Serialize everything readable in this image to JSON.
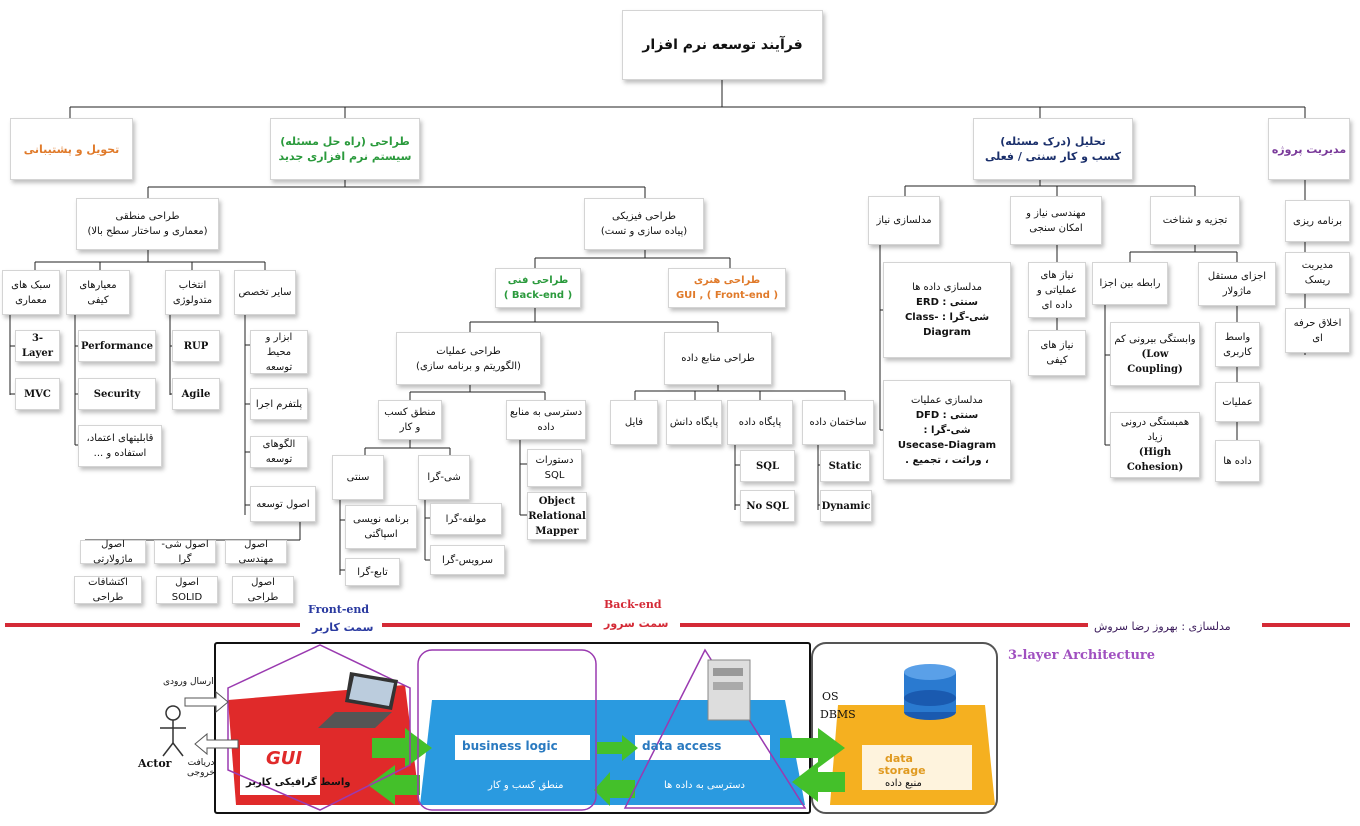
{
  "root": "فرآیند توسعه نرم افزار",
  "level1": {
    "delivery": "تحویل و پشتیبانی",
    "design_line1": "طراحی (راه حل مسئله)",
    "design_line2": "سیستم نرم افزاری جدید",
    "analysis_line1": "تحلیل (درک مسئله)",
    "analysis_line2": "کسب و کار سنتی / فعلی",
    "pm": "مدیریت پروژه"
  },
  "pm_items": [
    "برنامه ریزی",
    "مدیریت ریسک",
    "اخلاق حرفه ای"
  ],
  "analysis": {
    "decomp": "تجزیه و شناخت",
    "req_eng": "مهندسی نیاز و امکان سنجی",
    "req_model": "مدلسازی نیاز",
    "modules": "اجزای مستقل ماژولار",
    "relation": "رابطه بین اجزا",
    "modules_items": [
      "واسط کاربری",
      "عملیات",
      "داده ها"
    ],
    "coupling_title": "وابستگی بیرونی کم",
    "coupling_en": "(Low Coupling)",
    "cohesion_title": "همبستگی درونی زیاد",
    "cohesion_en": "(High Cohesion)",
    "req_func": "نیاز های عملیاتی و داده ای",
    "req_qual": "نیاز های کیفی",
    "data_model_title": "مدلسازی داده ها",
    "data_model_line2": "سنتی : ERD",
    "data_model_line3": "شی-گرا : Class-Diagram",
    "op_model_title": "مدلسازی عملیات",
    "op_model_line2": "سنتی : DFD",
    "op_model_line3": "شی-گرا :",
    "op_model_line4": "Usecase-Diagram",
    "op_model_line5": "، وراثت ، تجمیع ."
  },
  "design": {
    "logical_title": "طراحی منطقی",
    "logical_sub": "(معماری و ساختار سطح بالا)",
    "physical_title": "طراحی فیزیکی",
    "physical_sub": "(پیاده سازی و تست)",
    "arch_styles": "سبک های معماری",
    "quality": "معیارهای کیفی",
    "methodology": "انتخاب متدولوژی",
    "other": "سایر تخصص",
    "arch_items": [
      "3-Layer",
      "MVC"
    ],
    "quality_items": [
      "Performance",
      "Security"
    ],
    "quality_extra": "قابلیتهای اعتماد، استفاده و ...",
    "method_items": [
      "RUP",
      "Agile"
    ],
    "other_items": [
      "ابزار و محیط توسعه",
      "پلتفرم اجرا",
      "الگوهای توسعه",
      "اصول توسعه"
    ],
    "principles": [
      "اصول مهندسی",
      "اصول شی-گرا",
      "اصول ماژولارتی",
      "اصول طراحی",
      "اصول SOLID",
      "اکتشافات طراحی"
    ],
    "frontend_title": "طراحی هنری",
    "frontend_sub": "( Front-end ) , GUI",
    "backend_title": "طراحی فنی",
    "backend_sub": "( Back-end )",
    "ops_title": "طراحی عملیات",
    "ops_sub": "(الگوریتم و برنامه سازی)",
    "res_title": "طراحی منابع داده",
    "logic": "منطق کسب و کار",
    "access": "دسترسی به منابع داده",
    "traditional": "سنتی",
    "oo": "شی-گرا",
    "trad_items": [
      "برنامه نویسی اسپاگتی",
      "تابع-گرا"
    ],
    "oo_items": [
      "مولفه-گرا",
      "سرویس-گرا"
    ],
    "access_items": [
      "دستورات SQL",
      "Object Relational Mapper"
    ],
    "res_items": [
      "ساختمان داده",
      "پایگاه داده",
      "پایگاه دانش",
      "فایل"
    ],
    "struct_items": [
      "Static",
      "Dynamic"
    ],
    "db_items": [
      "SQL",
      "No SQL"
    ]
  },
  "bottom": {
    "frontend_en": "Front-end",
    "frontend_fa": "سمت کاربر",
    "backend_en": "Back-end",
    "backend_fa": "سمت سرور",
    "author": "مدلسازی : بهروز رضا سروش",
    "arch_title": "3-layer Architecture",
    "send_input": "ارسال ورودی",
    "receive_output": "دریافت خروجی",
    "actor": "Actor",
    "gui": "GUI",
    "gui_fa": "واسط گرافیکی کاربر",
    "biz": "business logic",
    "biz_fa": "منطق کسب و کار",
    "da": "data access",
    "da_fa": "دسترسی به داده ها",
    "os": "OS",
    "dbms": "DBMS",
    "storage1": "data",
    "storage2": "storage",
    "storage_fa": "منبع داده"
  },
  "colors": {
    "red_line": "#d42a36",
    "green": "#2a9a3c",
    "orange": "#e07a2a",
    "purple": "#7a3a9a",
    "blue_layer": "#2a9ae0",
    "red_layer": "#e02a2a",
    "yellow_layer": "#f5b020"
  }
}
